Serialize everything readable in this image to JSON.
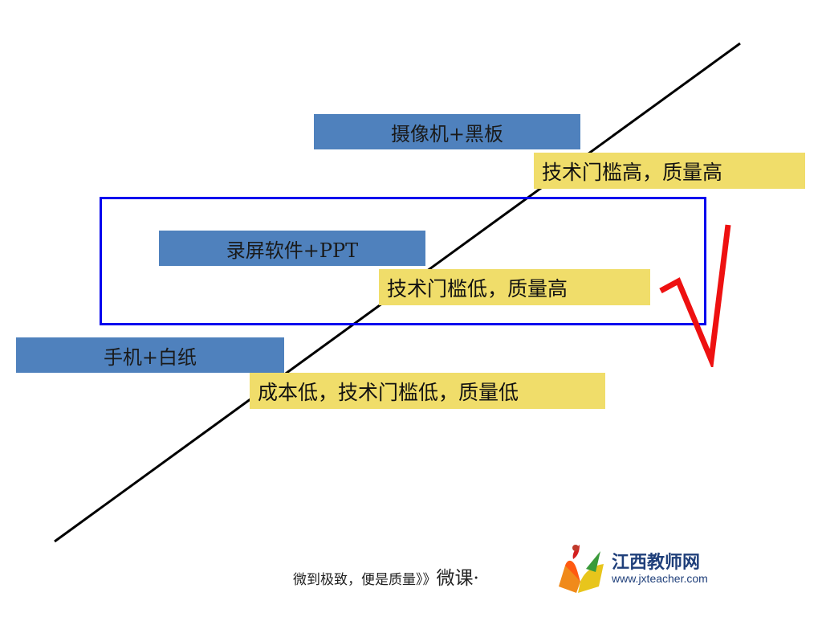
{
  "tiers": {
    "high": {
      "method": "摄像机+黑板",
      "assessment": "技术门槛高，质量高"
    },
    "middle": {
      "method": "录屏软件+PPT",
      "assessment": "技术门槛低，质量高"
    },
    "low": {
      "method": "手机+白纸",
      "assessment": "成本低，技术门槛低，质量低"
    }
  },
  "footer": {
    "slogan_small": "微到极致，便是质量》》",
    "slogan_large": "微课·"
  },
  "logo": {
    "title": "江西教师网",
    "url": "www.jxteacher.com"
  },
  "colors": {
    "method_bar": "#4f81bd",
    "assessment_box": "#f0dd6a",
    "highlight_border": "#0000ee",
    "checkmark": "#ee1111"
  }
}
